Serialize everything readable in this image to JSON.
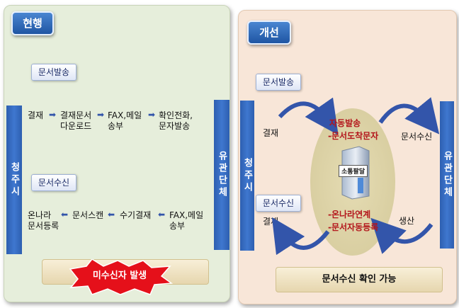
{
  "left": {
    "title": "현행",
    "send_label": "문서발송",
    "receive_label": "문서수신",
    "left_bar": "청주시",
    "right_bar": "유관단체",
    "flow1": [
      "결재",
      "결재문서\n다운로드",
      "FAX,메일\n송부",
      "확인전화,\n문자발송"
    ],
    "flow2": [
      "온나라\n문서등록",
      "문서스캔",
      "수기결재",
      "FAX,메일\n송부"
    ],
    "alert": "미수신자 발생"
  },
  "right": {
    "title": "개선",
    "send_label": "문서발송",
    "receive_label": "문서수신",
    "left_bar": "청주시",
    "right_bar": "유관단체",
    "left_top_text": "결재",
    "left_bottom_text": "결재",
    "right_top_text": "문서수신",
    "right_bottom_text": "생산",
    "center_top": [
      "자동발송",
      "-문서도착문자"
    ],
    "server_label": "소통팔달",
    "center_bottom": [
      "-온나라연계",
      "-문서자동등록"
    ],
    "bottom": "문서수신 확인 가능"
  },
  "colors": {
    "accent_blue": "#2d5fb0",
    "arrow_blue": "#3355aa",
    "alert_red": "#e5101a",
    "emphasis_red": "#b3151b"
  }
}
